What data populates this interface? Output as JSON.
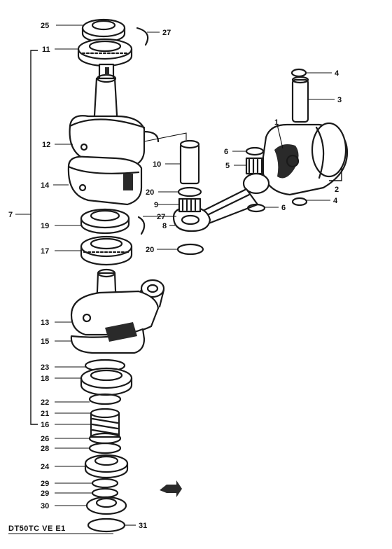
{
  "footer": {
    "model_code": "DT50TC VE E1"
  },
  "callouts": [
    {
      "id": "c25",
      "label": "25"
    },
    {
      "id": "c27a",
      "label": "27"
    },
    {
      "id": "c11",
      "label": "11"
    },
    {
      "id": "c4a",
      "label": "4"
    },
    {
      "id": "c3",
      "label": "3"
    },
    {
      "id": "c1",
      "label": "1"
    },
    {
      "id": "c12",
      "label": "12"
    },
    {
      "id": "c6a",
      "label": "6"
    },
    {
      "id": "c10",
      "label": "10"
    },
    {
      "id": "c5",
      "label": "5"
    },
    {
      "id": "c2",
      "label": "2"
    },
    {
      "id": "c14",
      "label": "14"
    },
    {
      "id": "c20a",
      "label": "20"
    },
    {
      "id": "c4b",
      "label": "4"
    },
    {
      "id": "c9",
      "label": "9"
    },
    {
      "id": "c6b",
      "label": "6"
    },
    {
      "id": "c7",
      "label": "7"
    },
    {
      "id": "c27b",
      "label": "27"
    },
    {
      "id": "c19",
      "label": "19"
    },
    {
      "id": "c8",
      "label": "8"
    },
    {
      "id": "c17",
      "label": "17"
    },
    {
      "id": "c20b",
      "label": "20"
    },
    {
      "id": "c13",
      "label": "13"
    },
    {
      "id": "c15",
      "label": "15"
    },
    {
      "id": "c23",
      "label": "23"
    },
    {
      "id": "c18",
      "label": "18"
    },
    {
      "id": "c22",
      "label": "22"
    },
    {
      "id": "c21",
      "label": "21"
    },
    {
      "id": "c16",
      "label": "16"
    },
    {
      "id": "c26",
      "label": "26"
    },
    {
      "id": "c28",
      "label": "28"
    },
    {
      "id": "c24",
      "label": "24"
    },
    {
      "id": "c29a",
      "label": "29"
    },
    {
      "id": "c29b",
      "label": "29"
    },
    {
      "id": "c30",
      "label": "30"
    },
    {
      "id": "c31",
      "label": "31"
    }
  ]
}
